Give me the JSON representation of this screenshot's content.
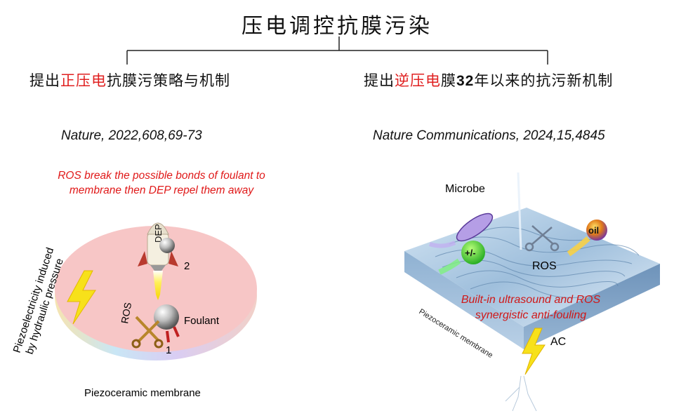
{
  "title": "压电调控抗膜污染",
  "left": {
    "heading_prefix": "提出",
    "heading_highlight": "正压电",
    "heading_suffix": "抗膜污策略与机制",
    "citation": "Nature, 2022,608,69-73",
    "note_line1": "ROS break the possible bonds of foulant to",
    "note_line2": "membrane then DEP repel them away",
    "side_line1": "Piezoelectricity induced",
    "side_line2": "by hydraulic pressure",
    "dep_label": "DEP",
    "step2": "2",
    "step1": "1",
    "ros_label": "ROS",
    "foulant_label": "Foulant",
    "membrane_label": "Piezoceramic membrane"
  },
  "right": {
    "heading_prefix": "提出",
    "heading_highlight": "逆压电",
    "heading_mid": "膜",
    "heading_bold": "32",
    "heading_suffix": "年以来的抗污新机制",
    "citation": "Nature Communications, 2024,15,4845",
    "microbe_label": "Microbe",
    "charge_label": "+/-",
    "oil_label": "oil",
    "ros_label": "ROS",
    "note_line1": "Built-in ultrasound and ROS",
    "note_line2": "synergistic anti-fouling",
    "membrane_label": "Piezoceramic membrane",
    "ac_label": "AC"
  },
  "colors": {
    "highlight": "#e02020",
    "disk": "#f7c9c9",
    "lightning": "#f7e11a",
    "membrane_block": "#a9c6e0"
  }
}
